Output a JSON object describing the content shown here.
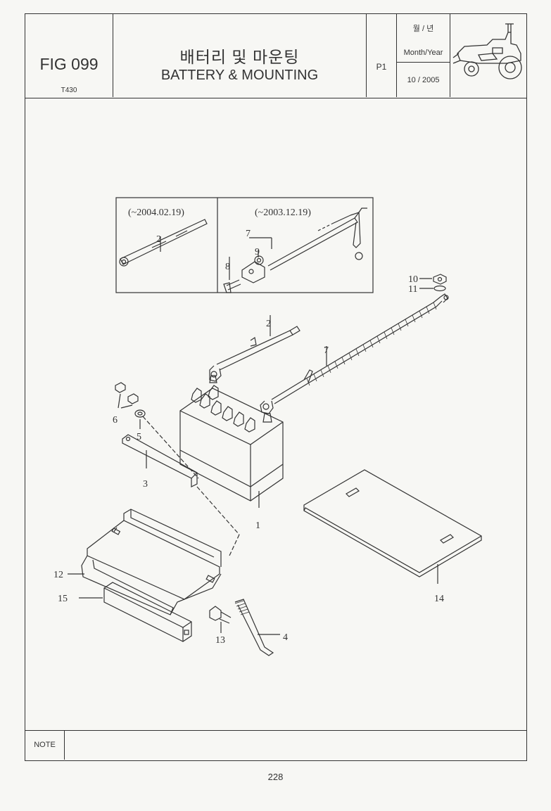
{
  "header": {
    "figure": "FIG 099",
    "model": "T430",
    "title_ko": "배터리 및 마운팅",
    "title_en": "BATTERY & MOUNTING",
    "page": "P1",
    "date_label_ko": "월 / 년",
    "date_label_en": "Month/Year",
    "date_value": "10 / 2005"
  },
  "diagram": {
    "inset_labels": [
      "(~2004.02.19)",
      "(~2003.12.19)"
    ],
    "callouts": [
      "1",
      "2",
      "3",
      "4",
      "5",
      "6",
      "7",
      "8",
      "9",
      "10",
      "11",
      "12",
      "13",
      "14",
      "15"
    ]
  },
  "note": {
    "label": "NOTE"
  },
  "footer": {
    "page_number": "228"
  }
}
